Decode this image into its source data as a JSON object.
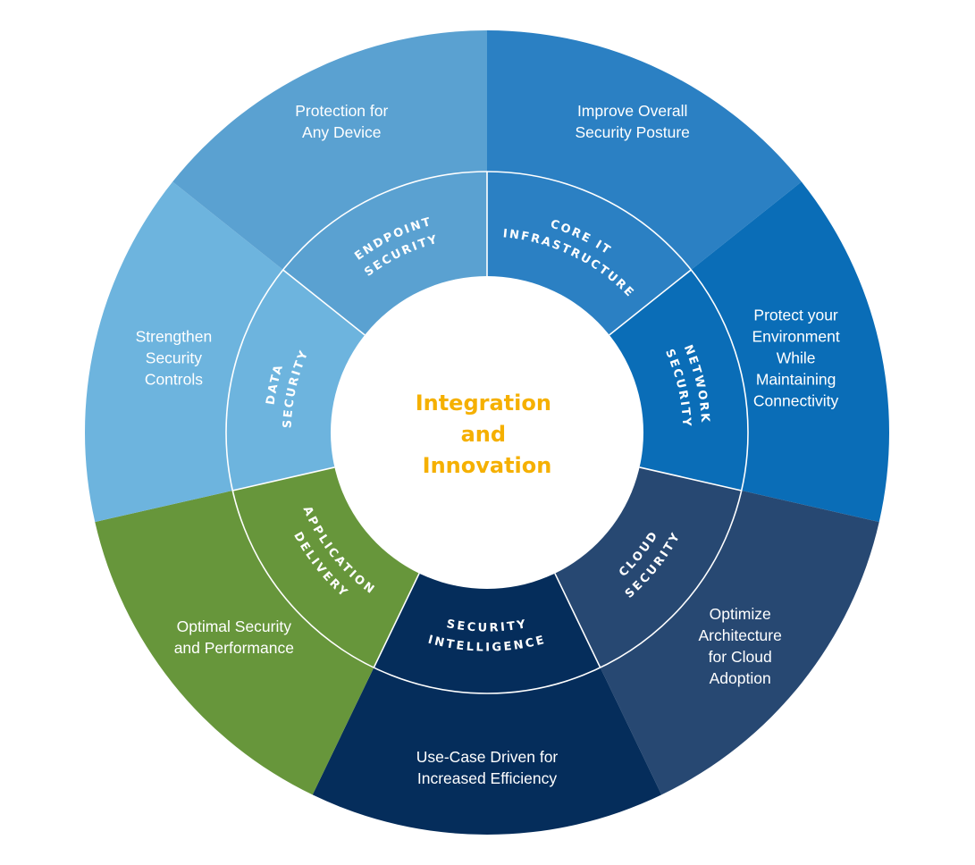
{
  "center": {
    "lines": [
      "Integration",
      "and",
      "Innovation"
    ],
    "color": "#f5b000"
  },
  "segments": [
    {
      "id": "core-it-infrastructure",
      "category": [
        "CORE IT",
        "INFRASTRUCTURE"
      ],
      "benefit": [
        "Improve Overall",
        "Security Posture"
      ],
      "color": "#2b80c3"
    },
    {
      "id": "network-security",
      "category": [
        "NETWORK",
        "SECURITY"
      ],
      "benefit": [
        "Protect your",
        "Environment",
        "While",
        "Maintaining",
        "Connectivity"
      ],
      "color": "#0a6db7"
    },
    {
      "id": "cloud-security",
      "category": [
        "CLOUD",
        "SECURITY"
      ],
      "benefit": [
        "Optimize",
        "Architecture",
        "for Cloud",
        "Adoption"
      ],
      "color": "#274872"
    },
    {
      "id": "security-intelligence",
      "category": [
        "SECURITY",
        "INTELLIGENCE"
      ],
      "benefit": [
        "Use-Case Driven for",
        "Increased Efficiency"
      ],
      "color": "#052d5b"
    },
    {
      "id": "application-delivery",
      "category": [
        "APPLICATION",
        "DELIVERY"
      ],
      "benefit": [
        "Optimal Security",
        "and Performance"
      ],
      "color": "#67963b"
    },
    {
      "id": "data-security",
      "category": [
        "DATA",
        "SECURITY"
      ],
      "benefit": [
        "Strengthen",
        "Security",
        "Controls"
      ],
      "color": "#6db4de"
    },
    {
      "id": "endpoint-security",
      "category": [
        "ENDPOINT",
        "SECURITY"
      ],
      "benefit": [
        "Protection for",
        "Any Device"
      ],
      "color": "#5aa1d1"
    }
  ]
}
